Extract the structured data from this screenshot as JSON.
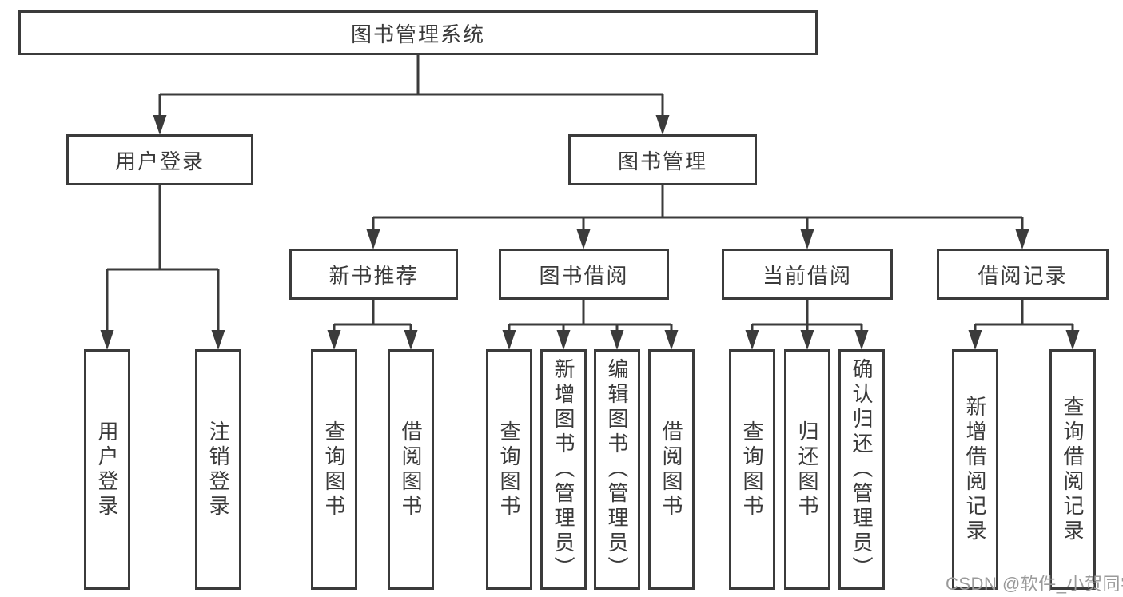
{
  "tree": {
    "label": "图书管理系统",
    "children": [
      {
        "label": "用户登录",
        "children": [
          {
            "label": "用户登录"
          },
          {
            "label": "注销登录"
          }
        ]
      },
      {
        "label": "图书管理",
        "children": [
          {
            "label": "新书推荐",
            "children": [
              {
                "label": "查询图书"
              },
              {
                "label": "借阅图书"
              }
            ]
          },
          {
            "label": "图书借阅",
            "children": [
              {
                "label": "查询图书"
              },
              {
                "label": "新增图书（管理员）"
              },
              {
                "label": "编辑图书（管理员）"
              },
              {
                "label": "借阅图书"
              }
            ]
          },
          {
            "label": "当前借阅",
            "children": [
              {
                "label": "查询图书"
              },
              {
                "label": "归还图书"
              },
              {
                "label": "确认归还（管理员）"
              }
            ]
          },
          {
            "label": "借阅记录",
            "children": [
              {
                "label": "新增借阅记录"
              },
              {
                "label": "查询借阅记录"
              }
            ]
          }
        ]
      }
    ]
  },
  "watermark": {
    "text": "CSDN @软件_小贺同学"
  },
  "colors": {
    "line": "#3b3b3b",
    "border": "#3b3b3b",
    "text": "#3a3a3a",
    "watermark": "#9a9a9a",
    "background": "#ffffff"
  }
}
